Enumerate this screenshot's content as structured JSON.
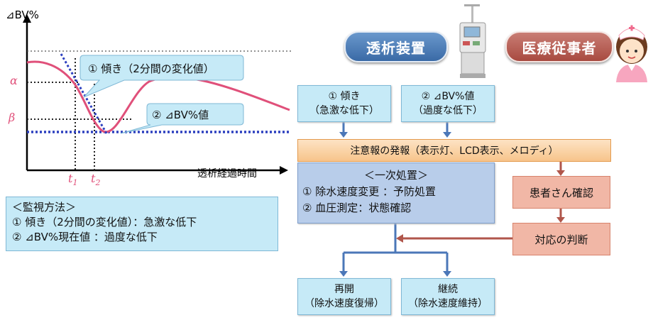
{
  "chart": {
    "ylabel": "⊿BV%",
    "xlabel": "透析経過時間",
    "alpha": "α",
    "beta": "β",
    "t1": "t",
    "t1_sub": "1",
    "t2": "t",
    "t2_sub": "2",
    "callout1": "① 傾き（2分間の変化値）",
    "callout2": "② ⊿BV%値"
  },
  "monitoring": {
    "title": "＜監視方法＞",
    "line1": "① 傾き（2分間の変化値）：急激な低下",
    "line2": "② ⊿BV%現在値 ：過度な低下"
  },
  "actors": {
    "device": "透析装置",
    "staff": "医療従事者"
  },
  "flow": {
    "slope_line1": "① 傾き",
    "slope_line2": "（急激な低下）",
    "bv_line1": "② ⊿BV%値",
    "bv_line2": "（過度な低下）",
    "alert": "注意報の発報（表示灯、LCD表示、メロディ）",
    "primary_title": "＜一次処置＞",
    "primary_line1": "① 除水速度変更 ：予防処置",
    "primary_line2": "② 血圧測定：状態確認",
    "patient_check": "患者さん確認",
    "judgement": "対応の判断",
    "resume_line1": "再開",
    "resume_line2": "（除水速度復帰）",
    "continue_line1": "継続",
    "continue_line2": "（除水速度維持）"
  },
  "colors": {
    "curve": "#e0507a",
    "dotted_blue": "#2c3fbf",
    "arrow_blue": "#4b77b8",
    "arrow_red": "#b0564b"
  }
}
